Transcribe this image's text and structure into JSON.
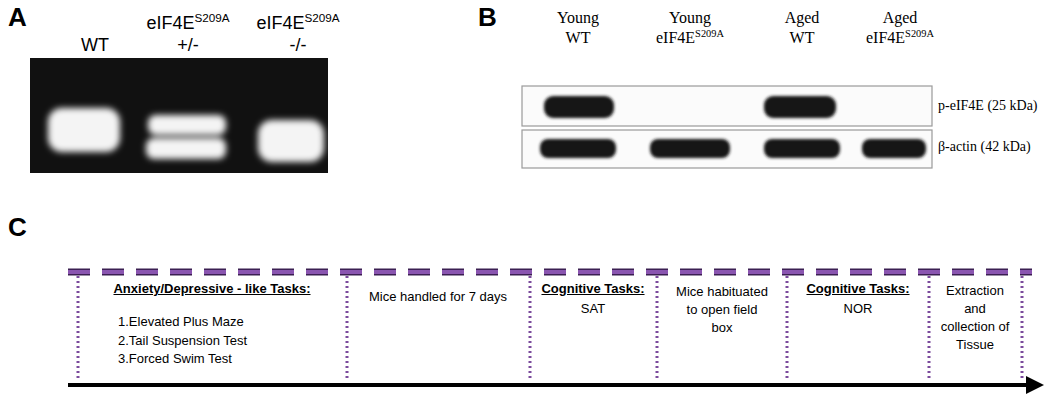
{
  "diagram": {
    "labels": [
      "A",
      "WT",
      "eIF4E",
      "S209A",
      "+/-",
      "eIF4E",
      "S209A",
      "-/-",
      "B",
      "Young",
      "WT",
      "Young",
      "eIF4E",
      "S209A",
      "Aged",
      "WT",
      "Aged",
      "eIF4E",
      "S209A",
      "p-eIF4E (25 kDa)",
      "β-actin (42 kDa)",
      "C",
      "Anxiety/Depressive - like Tasks:",
      "1.Elevated Plus Maze",
      "2.Tail Suspension Test",
      "3.Forced Swim Test",
      "Mice handled for 7 days",
      "Cognitive Tasks:",
      "SAT",
      "Mice habituated to open field box",
      "Cognitive Tasks:",
      "NOR",
      "Extraction and collection of Tissue"
    ]
  }
}
